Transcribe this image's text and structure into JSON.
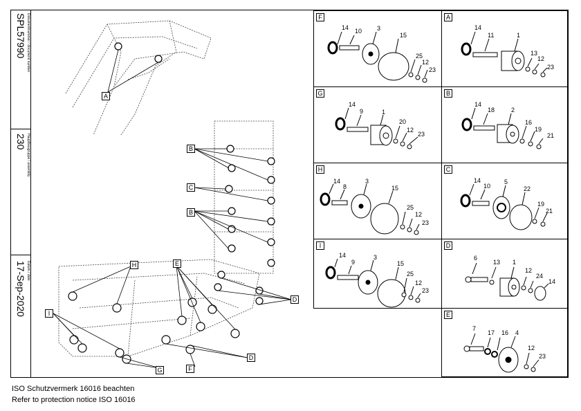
{
  "title_block": {
    "doc_number": "SPL57990",
    "doc_number_caption": "Dokumentnummer / document number",
    "assembly": "230",
    "assembly_caption": "Hauptbaugruppe / assembly",
    "date": "17-Sep-2020",
    "date_caption": "Datum / date"
  },
  "overview": {
    "labels": [
      "A",
      "B",
      "C",
      "B",
      "H",
      "E",
      "I",
      "D",
      "G",
      "F",
      "D"
    ]
  },
  "details": [
    {
      "label": "F",
      "callouts": [
        "14",
        "10",
        "3",
        "15",
        "25",
        "12",
        "23"
      ]
    },
    {
      "label": "A",
      "callouts": [
        "14",
        "11",
        "1",
        "13",
        "12",
        "23"
      ]
    },
    {
      "label": "G",
      "callouts": [
        "14",
        "9",
        "1",
        "20",
        "12",
        "23"
      ]
    },
    {
      "label": "B",
      "callouts": [
        "14",
        "18",
        "2",
        "16",
        "19",
        "21"
      ]
    },
    {
      "label": "H",
      "callouts": [
        "14",
        "8",
        "3",
        "15",
        "25",
        "12",
        "23"
      ]
    },
    {
      "label": "C",
      "callouts": [
        "14",
        "10",
        "5",
        "22",
        "19",
        "21"
      ]
    },
    {
      "label": "I",
      "callouts": [
        "14",
        "9",
        "3",
        "15",
        "25",
        "12",
        "23"
      ]
    },
    {
      "label": "D",
      "callouts": [
        "6",
        "13",
        "1",
        "12",
        "24",
        "14"
      ]
    },
    {
      "label": "E",
      "callouts": [
        "7",
        "17",
        "16",
        "4",
        "12",
        "23"
      ]
    }
  ],
  "footer": {
    "line1": "ISO Schutzvermerk 16016 beachten",
    "line2": "Refer to protection notice ISO 16016"
  }
}
